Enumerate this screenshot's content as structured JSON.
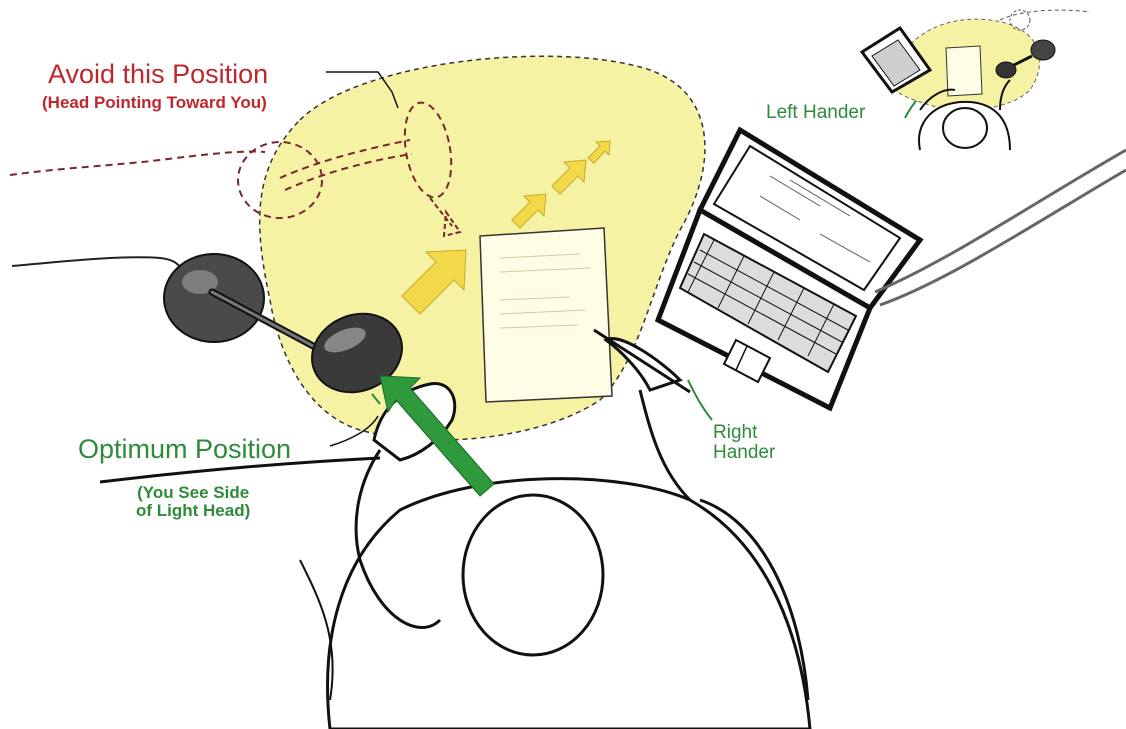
{
  "labels": {
    "avoid_title": "Avoid this Position",
    "avoid_subtitle": "(Head Pointing Toward You)",
    "left_hander": "Left Hander",
    "optimum_title": "Optimum Position",
    "optimum_subtitle_line1": "(You See Side",
    "optimum_subtitle_line2": "of Light Head)",
    "right_hander_line1": "Right",
    "right_hander_line2": "Hander"
  },
  "colors": {
    "avoid_text": "#c0272d",
    "optimum_text": "#2e8b3a",
    "light_pool": "#f6f2a4",
    "arrow_yellow": "#f3d94a",
    "arrow_green": "#2e9a3c",
    "ink": "#1a1a1a"
  },
  "icons": [
    "desk-lamp-icon",
    "laptop-icon",
    "paper-sheet-icon",
    "pen-icon",
    "person-top-view-icon"
  ]
}
